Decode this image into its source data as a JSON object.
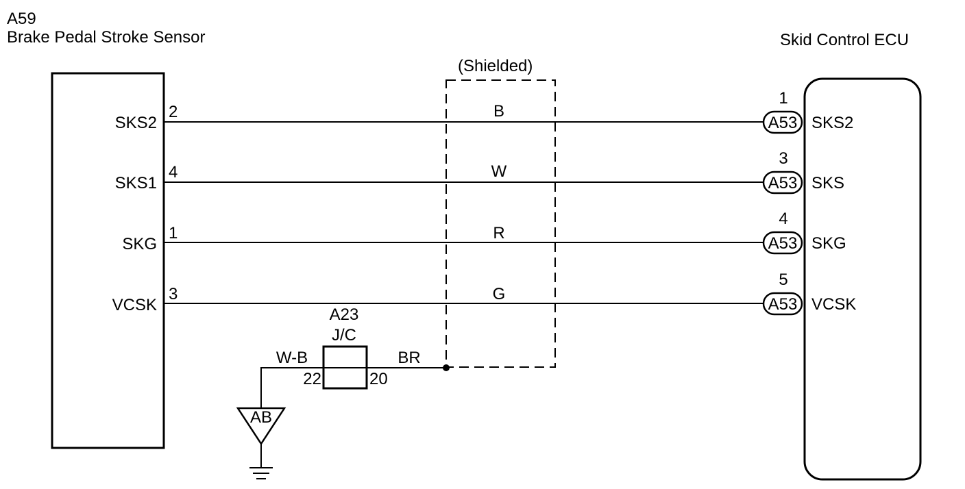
{
  "sensor": {
    "code": "A59",
    "name": "Brake Pedal Stroke Sensor",
    "terminals": [
      {
        "label": "SKS2",
        "pin": "2"
      },
      {
        "label": "SKS1",
        "pin": "4"
      },
      {
        "label": "SKG",
        "pin": "1"
      },
      {
        "label": "VCSK",
        "pin": "3"
      }
    ]
  },
  "ecu": {
    "name": "Skid Control ECU",
    "connector": "A53",
    "terminals": [
      {
        "label": "SKS2",
        "pin": "1"
      },
      {
        "label": "SKS",
        "pin": "3"
      },
      {
        "label": "SKG",
        "pin": "4"
      },
      {
        "label": "VCSK",
        "pin": "5"
      }
    ]
  },
  "wires": [
    {
      "color": "B"
    },
    {
      "color": "W"
    },
    {
      "color": "R"
    },
    {
      "color": "G"
    }
  ],
  "shield": {
    "label": "(Shielded)"
  },
  "junction": {
    "code": "A23",
    "type": "J/C",
    "pin_left": "22",
    "pin_right": "20",
    "wire_left": "W-B",
    "wire_right": "BR"
  },
  "ground": {
    "label": "AB"
  }
}
